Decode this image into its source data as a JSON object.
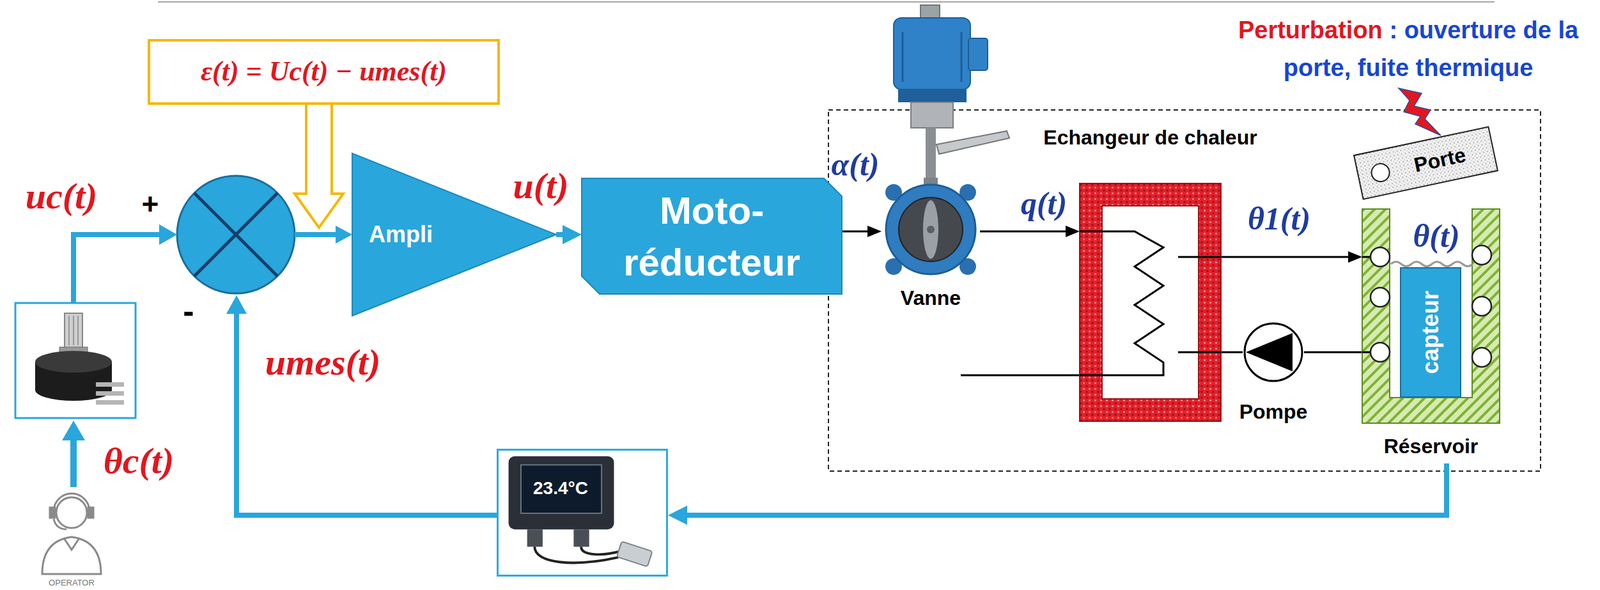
{
  "diagram": {
    "nodes": [
      {
        "text": [
          "ε(t) = Uc(t) − umes(t)"
        ]
      },
      {
        "text": [
          "Ampli"
        ]
      },
      {
        "text": [
          "Moto- réducteur"
        ]
      },
      {
        "text": [
          "Vanne"
        ]
      },
      {
        "text": [
          "Echangeur de chaleur"
        ]
      },
      {
        "text": [
          "Porte"
        ]
      },
      {
        "text": [
          "Pompe"
        ]
      },
      {
        "text": [
          "Réservoir"
        ]
      },
      {
        "text": [
          "capteur"
        ],
        "in": 7
      },
      {
        "text": [
          "23.4°C"
        ]
      }
    ],
    "edges": [
      {
        "from": 1,
        "to": 2,
        "arrow": "to",
        "label": "u(t)"
      },
      {
        "from": 2,
        "to": 3,
        "arrow": "to",
        "label": "α(t)"
      },
      {
        "from": 3,
        "to": 4,
        "arrow": "to",
        "label": "q(t)"
      },
      {
        "from": 4,
        "to": 7,
        "arrow": "to",
        "label": "θ1(t)"
      },
      {
        "from": 7,
        "to": 6,
        "arrow": "none"
      },
      {
        "from": 6,
        "to": 4,
        "arrow": "none"
      },
      {
        "from": 7,
        "to": 9,
        "arrow": "to"
      }
    ],
    "labels": [
      "uc(t)",
      "+",
      "-",
      "umes(t)",
      "θc(t)",
      "OPERATOR",
      "θ(t)",
      "Perturbation",
      ": ouverture de la porte, fuite thermique"
    ]
  }
}
